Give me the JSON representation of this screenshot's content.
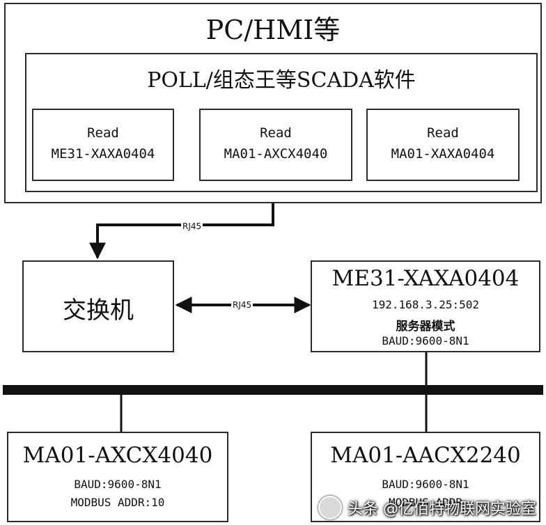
{
  "pc_box": {
    "title": "PC/HMI等"
  },
  "scada_box": {
    "title": "POLL/组态王等SCADA软件"
  },
  "read_boxes": [
    {
      "label": "Read",
      "device": "ME31-XAXA0404"
    },
    {
      "label": "Read",
      "device": "MA01-AXCX4040"
    },
    {
      "label": "Read",
      "device": "MA01-XAXA0404"
    }
  ],
  "switch_box": {
    "label": "交换机"
  },
  "links": {
    "pc_switch": "RJ45",
    "switch_me31": "RJ45"
  },
  "me31_box": {
    "title": "ME31-XAXA0404",
    "ip": "192.168.3.25:502",
    "mode": "服务器模式",
    "baud": "BAUD:9600-8N1"
  },
  "slave_boxes": [
    {
      "title": "MA01-AXCX4040",
      "baud": "BAUD:9600-8N1",
      "addr": "MODBUS ADDR:10"
    },
    {
      "title": "MA01-AACX2240",
      "baud": "BAUD:9600-8N1",
      "addr": "MODBUS ADDR"
    }
  ],
  "watermark": {
    "text": "头条 @亿佰特物联网实验室"
  },
  "colors": {
    "line": "#111111",
    "border": "#2b2b2b"
  }
}
